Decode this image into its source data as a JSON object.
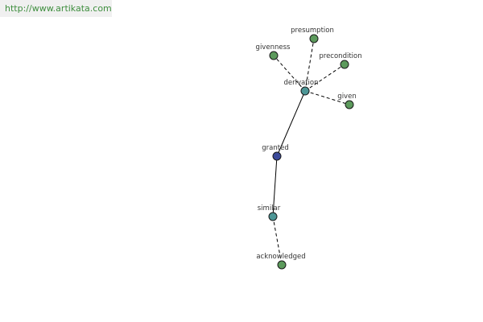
{
  "header": {
    "url": "http://www.artikata.com"
  },
  "colors": {
    "edge": "#000000",
    "node_stroke": "#1a1a1a",
    "leaf_node": "#5c9a5c",
    "hub_node": "#4d9696",
    "root_node": "#3b4a9a"
  },
  "graph": {
    "nodes": [
      {
        "id": "presumption",
        "label": "presumption",
        "kind": "leaf"
      },
      {
        "id": "givenness",
        "label": "givenness",
        "kind": "leaf"
      },
      {
        "id": "precondition",
        "label": "precondition",
        "kind": "leaf"
      },
      {
        "id": "derivation",
        "label": "derivation",
        "kind": "hub"
      },
      {
        "id": "given",
        "label": "given",
        "kind": "leaf"
      },
      {
        "id": "granted",
        "label": "granted",
        "kind": "root"
      },
      {
        "id": "similar",
        "label": "similar",
        "kind": "hub"
      },
      {
        "id": "acknowledged",
        "label": "acknowledged",
        "kind": "leaf"
      }
    ],
    "edges": [
      {
        "from": "derivation",
        "to": "presumption",
        "style": "dashed"
      },
      {
        "from": "derivation",
        "to": "givenness",
        "style": "dashed"
      },
      {
        "from": "derivation",
        "to": "precondition",
        "style": "dashed"
      },
      {
        "from": "derivation",
        "to": "given",
        "style": "dashed"
      },
      {
        "from": "granted",
        "to": "derivation",
        "style": "solid"
      },
      {
        "from": "granted",
        "to": "similar",
        "style": "solid"
      },
      {
        "from": "similar",
        "to": "acknowledged",
        "style": "dashed"
      }
    ]
  }
}
